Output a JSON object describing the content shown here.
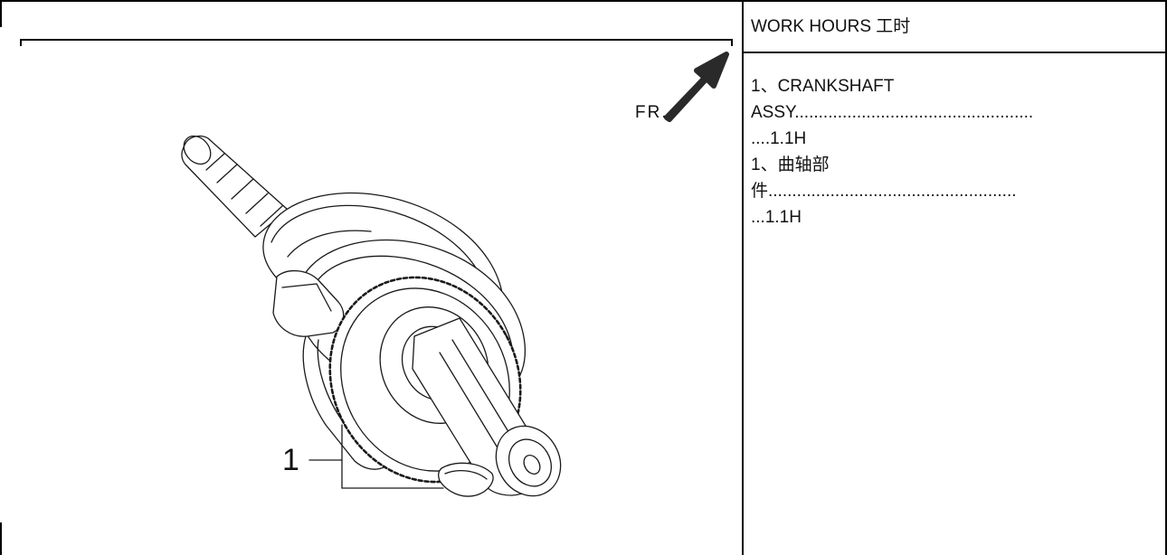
{
  "work_hours": {
    "header": "WORK HOURS 工时",
    "rows": [
      "1、CRANKSHAFT",
      "ASSY..................................................",
      "....1.1H",
      "1、曲轴部",
      "件....................................................",
      "...1.1H"
    ]
  },
  "figure": {
    "direction_label": "FR.",
    "callout_number": "1",
    "line_color": "#1a1a1a",
    "arrow_color": "#2a2a2a"
  }
}
